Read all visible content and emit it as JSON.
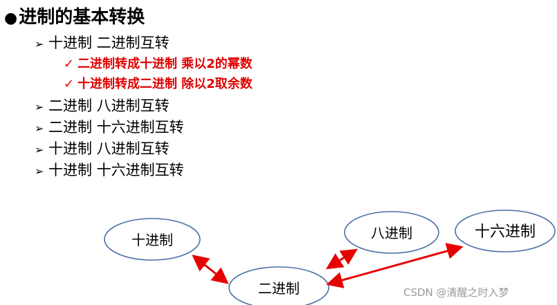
{
  "title": {
    "bullet": "●",
    "text": "进制的基本转换"
  },
  "items": [
    {
      "arrow": "➢",
      "text": "十进制  二进制互转"
    },
    {
      "check": "✓",
      "text": "二进制转成十进制  乘以2的幂数"
    },
    {
      "check": "✓",
      "text": "十进制转成二进制  除以2取余数"
    },
    {
      "arrow": "➢",
      "text": "二进制  八进制互转"
    },
    {
      "arrow": "➢",
      "text": "二进制   十六进制互转"
    },
    {
      "arrow": "➢",
      "text": "十进制 八进制互转"
    },
    {
      "arrow": "➢",
      "text": "十进制 十六进制互转"
    }
  ],
  "diagram": {
    "nodes": {
      "decimal": "十进制",
      "binary": "二进制",
      "octal": "八进制",
      "hex": "十六进制"
    },
    "arrow_color": "#e60000",
    "ellipse_stroke": "#4a6fa5"
  },
  "watermark": "CSDN @清醒之时入梦"
}
